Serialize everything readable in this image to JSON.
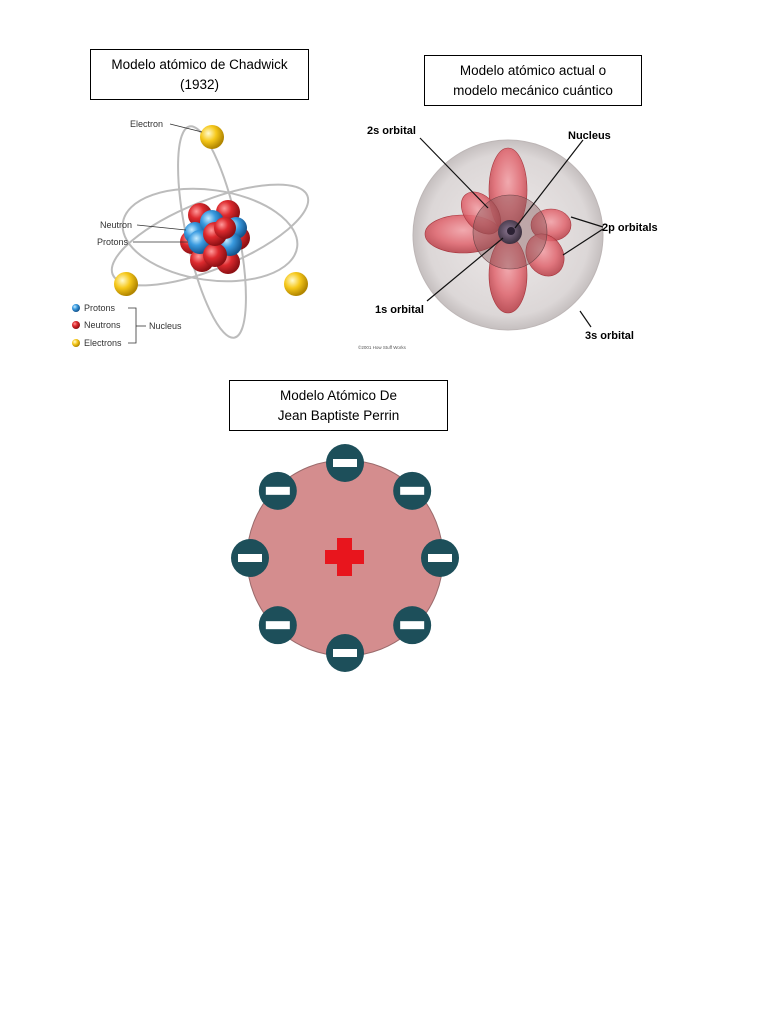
{
  "chadwick": {
    "title_line1": "Modelo atómico de Chadwick",
    "title_line2": "(1932)",
    "labels": {
      "electron": "Electron",
      "neutron": "Neutron",
      "protons": "Protons",
      "nucleus": "Nucleus"
    },
    "legend": [
      {
        "label": "Protons",
        "color": "#2f8ed8",
        "symbol": "+"
      },
      {
        "label": "Neutrons",
        "color": "#d8262c",
        "symbol": ""
      },
      {
        "label": "Electrons",
        "color": "#f2c510",
        "symbol": "–"
      }
    ],
    "colors": {
      "proton": "#3a9be0",
      "neutron": "#dd2a2e",
      "electron": "#f6c81a",
      "orbit": "#b8b8b8"
    }
  },
  "quantum": {
    "title_line1": "Modelo atómico actual o",
    "title_line2": "modelo mecánico cuántico",
    "labels": {
      "s2": "2s orbital",
      "nucleus": "Nucleus",
      "p2": "2p orbitals",
      "s1": "1s orbital",
      "s3": "3s orbital",
      "credit": "©2001 How Stuff Works"
    },
    "colors": {
      "sphere": "#d9d5d5",
      "lobe": "#e0646d",
      "core": "#5a4a5c"
    }
  },
  "perrin": {
    "title_line1": "Modelo Atómico De",
    "title_line2": "Jean Baptiste Perrin",
    "colors": {
      "sphere": "#d48d8e",
      "plus": "#e8151d",
      "electron": "#1d4f5a",
      "minus": "#ffffff"
    }
  }
}
